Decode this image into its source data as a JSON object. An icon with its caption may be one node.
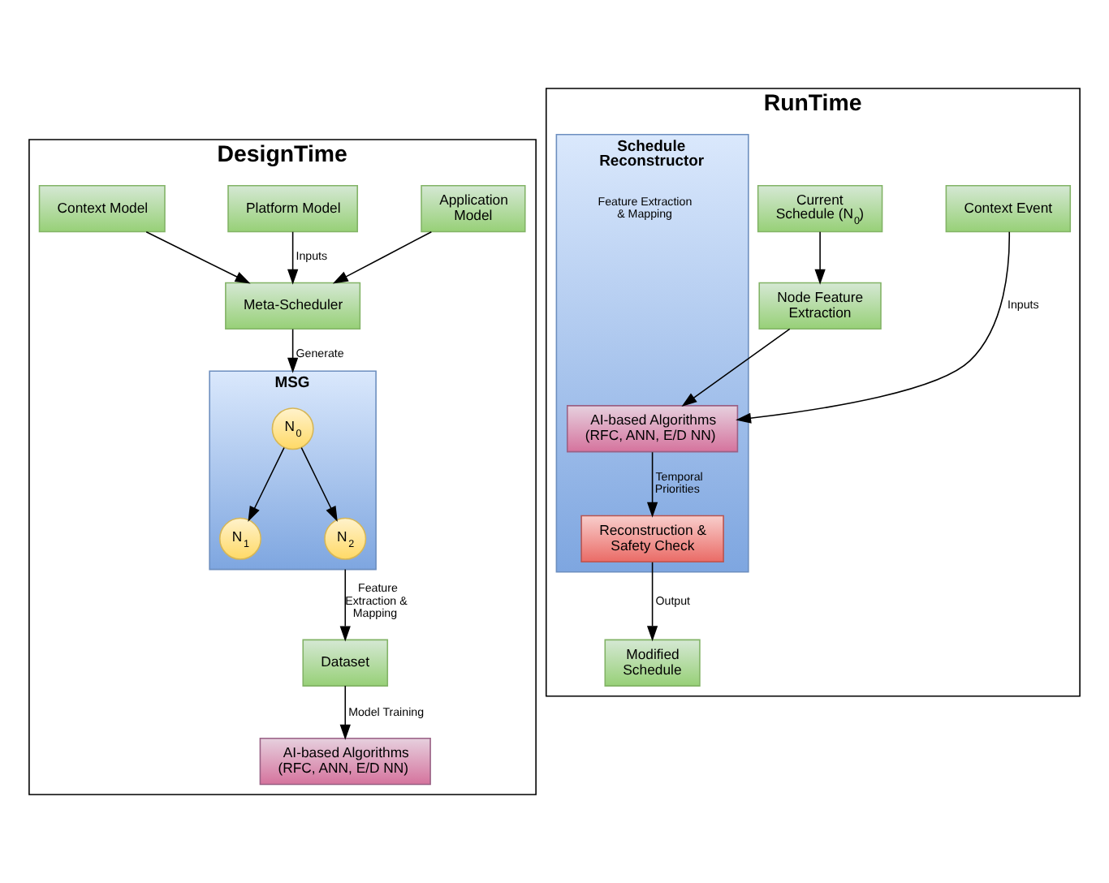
{
  "diagram": {
    "nodes": [
      {
        "text": [
          "DesignTime"
        ]
      },
      {
        "text": [
          "Context Model"
        ],
        "in": 0
      },
      {
        "text": [
          "Platform Model"
        ],
        "in": 0
      },
      {
        "text": [
          "Application Model"
        ],
        "in": 0
      },
      {
        "text": [
          "Meta-Scheduler"
        ],
        "in": 0
      },
      {
        "text": [
          "MSG"
        ],
        "in": 0
      },
      {
        "text": [
          "N$_{0}$"
        ],
        "in": 5
      },
      {
        "text": [
          "N$_{1}$"
        ],
        "in": 5
      },
      {
        "text": [
          "N$_{2}$"
        ],
        "in": 5
      },
      {
        "text": [
          "Dataset"
        ],
        "in": 0
      },
      {
        "text": [
          "AI-based Algorithms (RFC, ANN, E/D NN)"
        ],
        "in": 0
      },
      {
        "text": [
          "RunTime"
        ]
      },
      {
        "text": [
          "Current Schedule (N$_{0}$)"
        ],
        "in": 11
      },
      {
        "text": [
          "Context Event"
        ],
        "in": 11
      },
      {
        "text": [
          "Node Feature Extraction"
        ],
        "in": 11
      },
      {
        "text": [
          "Schedule Reconstructor"
        ],
        "in": 11
      },
      {
        "text": [
          "AI-based Algorithms (RFC, ANN, E/D NN)"
        ],
        "in": 15
      },
      {
        "text": [
          "Reconstruction & Safety Check"
        ],
        "in": 15
      },
      {
        "text": [
          "Modified Schedule"
        ],
        "in": 11
      }
    ],
    "edges": [
      {
        "from": 1,
        "to": 4,
        "arrow": "to"
      },
      {
        "from": 2,
        "to": 4,
        "arrow": "to",
        "label": "Inputs"
      },
      {
        "from": 3,
        "to": 4,
        "arrow": "to"
      },
      {
        "from": 4,
        "to": 5,
        "arrow": "to",
        "label": "Generate"
      },
      {
        "from": 6,
        "to": 7,
        "arrow": "to"
      },
      {
        "from": 6,
        "to": 8,
        "arrow": "to"
      },
      {
        "from": 5,
        "to": 9,
        "arrow": "to",
        "label": "Feature Extraction & Mapping"
      },
      {
        "from": 9,
        "to": 10,
        "arrow": "to",
        "label": "Model Training"
      },
      {
        "from": 12,
        "to": 14,
        "arrow": "to"
      },
      {
        "from": 14,
        "to": 16,
        "arrow": "to"
      },
      {
        "from": 13,
        "to": 16,
        "arrow": "to",
        "label": "Inputs"
      },
      {
        "from": 16,
        "to": 17,
        "arrow": "to",
        "label": "Temporal Priorities"
      },
      {
        "from": 17,
        "to": 18,
        "arrow": "to",
        "label": "Output"
      }
    ],
    "labels": [
      "Feature Extraction & Mapping"
    ]
  }
}
